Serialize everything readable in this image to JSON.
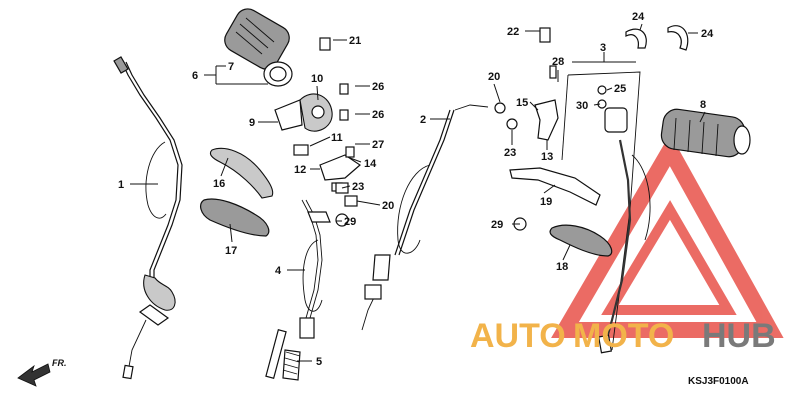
{
  "labels": [
    {
      "text": "1"
    },
    {
      "text": "2"
    },
    {
      "text": "3"
    },
    {
      "text": "4"
    },
    {
      "text": "5"
    },
    {
      "text": "6"
    },
    {
      "text": "7"
    },
    {
      "text": "8"
    },
    {
      "text": "9"
    },
    {
      "text": "10"
    },
    {
      "text": "11"
    },
    {
      "text": "12"
    },
    {
      "text": "13"
    },
    {
      "text": "14"
    },
    {
      "text": "15"
    },
    {
      "text": "16"
    },
    {
      "text": "17"
    },
    {
      "text": "18"
    },
    {
      "text": "19"
    },
    {
      "text": "20"
    },
    {
      "text": "20"
    },
    {
      "text": "21"
    },
    {
      "text": "22"
    },
    {
      "text": "23"
    },
    {
      "text": "23"
    },
    {
      "text": "24"
    },
    {
      "text": "24"
    },
    {
      "text": "25"
    },
    {
      "text": "26"
    },
    {
      "text": "26"
    },
    {
      "text": "27"
    },
    {
      "text": "28"
    },
    {
      "text": "29"
    },
    {
      "text": "29"
    },
    {
      "text": "30"
    }
  ],
  "direction": {
    "text": "FR.",
    "icon": "front-arrow-icon"
  },
  "drawing_code": "KSJ3F0100A",
  "watermark": {
    "auto": "AUTO",
    "moto": "MOTO",
    "hub": "HUB",
    "color_auto": "#f2b34a",
    "color_moto": "#f2b34a",
    "color_hub": "#7a7a7a",
    "triangle_color": "#e8524a"
  }
}
